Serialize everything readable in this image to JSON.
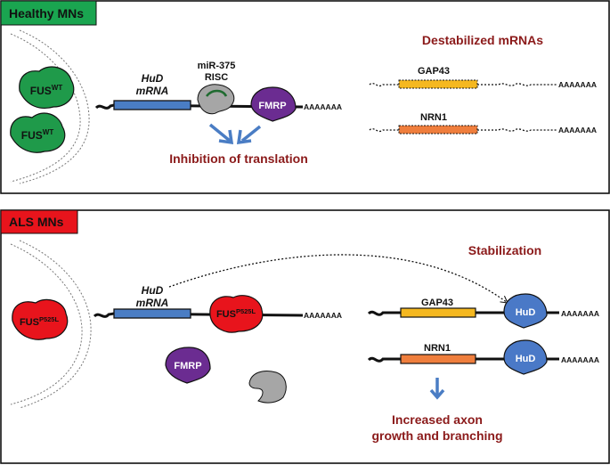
{
  "colors": {
    "healthy_green": "#1aa550",
    "als_red": "#e8141c",
    "fus_green": "#1f9a4a",
    "fus_red": "#e8141c",
    "fmrp_purple": "#6b2c91",
    "hud_blue": "#4a79c7",
    "hud_mrna_blue": "#4a7dc4",
    "gap43_yellow": "#f5b820",
    "nrn1_orange": "#ef7e3d",
    "risc_gray": "#a6a6a6",
    "dark_red_text": "#8b1a1a",
    "arrow_blue": "#4a7dc4"
  },
  "healthy": {
    "header": "Healthy MNs",
    "fus_1": {
      "base": "FUS",
      "sup": "WT"
    },
    "fus_2": {
      "base": "FUS",
      "sup": "WT"
    },
    "hud_mrna_line1": "HuD",
    "hud_mrna_line2": "mRNA",
    "mir_line1": "miR-375",
    "mir_line2": "RISC",
    "fmrp": "FMRP",
    "polya": "AAAAAAA",
    "effect": "Inhibition of translation",
    "destab_title": "Destabilized mRNAs",
    "gap43": "GAP43",
    "nrn1": "NRN1",
    "gap43_polya": "AAAAAAA",
    "nrn1_polya": "AAAAAAA"
  },
  "als": {
    "header": "ALS MNs",
    "fus": {
      "base": "FUS",
      "sup": "P525L"
    },
    "fus_bound": {
      "base": "FUS",
      "sup": "P525L"
    },
    "hud_mrna_line1": "HuD",
    "hud_mrna_line2": "mRNA",
    "fmrp": "FMRP",
    "polya": "AAAAAAA",
    "stab_title": "Stabilization",
    "gap43": "GAP43",
    "nrn1": "NRN1",
    "hud_1": "HuD",
    "hud_2": "HuD",
    "gap43_polya": "AAAAAAA",
    "nrn1_polya": "AAAAAAA",
    "effect_line1": "Increased axon",
    "effect_line2": "growth and branching"
  }
}
